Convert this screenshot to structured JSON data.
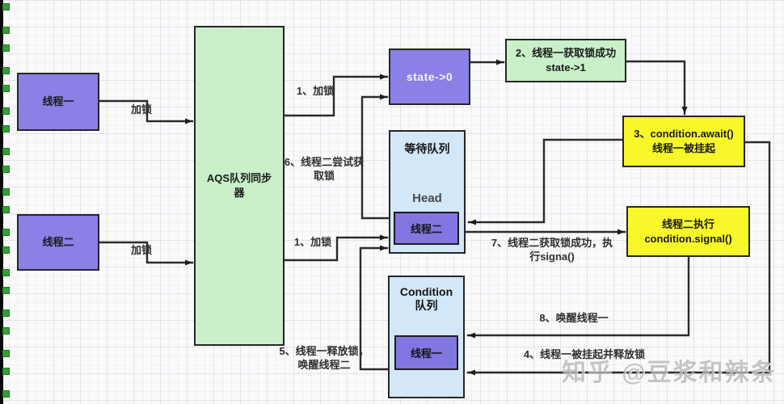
{
  "watermark": "知乎 @豆浆和辣条",
  "colors": {
    "node_purple": "#8a80e6",
    "inner_purple": "#8276e2",
    "node_green": "#c9f0c9",
    "node_light_blue": "#d2e7f7",
    "node_yellow": "#f7f72a",
    "edge_line": "#2b2b2b",
    "handle_green": "#35a035"
  },
  "nodes": {
    "thread1": {
      "label": "线程一"
    },
    "thread2": {
      "label": "线程二"
    },
    "aqs": {
      "label": "AQS队列同步器"
    },
    "state": {
      "label": "state->0"
    },
    "lock_success": {
      "line1": "2、线程一获取锁成功",
      "line2": "state->1"
    },
    "wait_queue": {
      "title": "等待队列",
      "head": "Head",
      "item": "线程二"
    },
    "await_box": {
      "line1": "3、condition.await()",
      "line2": "线程一被挂起"
    },
    "signal_box": {
      "line1": "线程二执行",
      "line2": "condition.signal()"
    },
    "condition_queue": {
      "title1": "Condition",
      "title2": "队列",
      "item": "线程一"
    }
  },
  "edge_labels": {
    "lock1": "加锁",
    "lock2": "加锁",
    "step1_top": "1、加锁",
    "step1_bottom": "1、加锁",
    "step4": "4、线程一被挂起并释放锁",
    "step5": "5、线程一释放锁，唤醒线程二",
    "step6": "6、线程二尝试获取锁",
    "step7": "7、线程二获取锁成功，执行signa()",
    "step8": "8、唤醒线程一"
  }
}
